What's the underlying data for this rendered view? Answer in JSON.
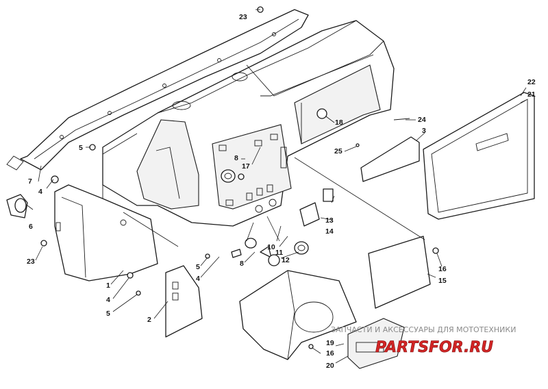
{
  "callouts": [
    "1",
    "2",
    "3",
    "4",
    "5",
    "6",
    "7",
    "8",
    "10",
    "11",
    "12",
    "13",
    "14",
    "15",
    "16",
    "17",
    "18",
    "19",
    "20",
    "21",
    "22",
    "23",
    "24",
    "25"
  ],
  "watermark": {
    "caption": "ЗАПЧАСТИ И АКСЕССУАРЫ ДЛЯ МОТОТЕХНИКИ",
    "logo": "PARTSFOR.RU"
  },
  "colors": {
    "line": "#1a1a1a",
    "watermark_text": "#8a8a8a",
    "watermark_logo": "#d22525"
  }
}
